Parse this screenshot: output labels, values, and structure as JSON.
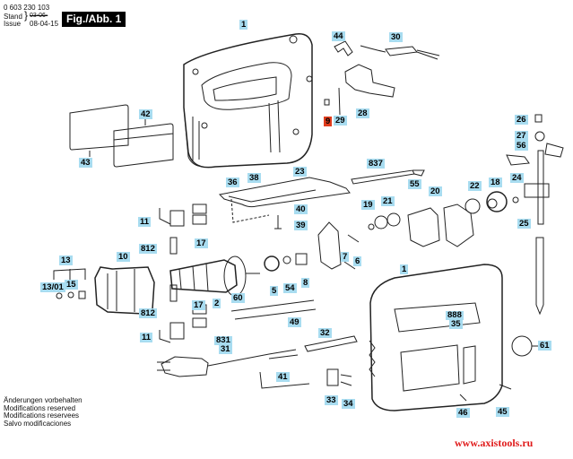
{
  "header": {
    "part_number": "0 603 230 103",
    "stand_label": "Stand",
    "issue_label": "Issue",
    "old_date_struck": "03-06-",
    "issue_date": "08-04-15",
    "figure_title": "Fig./Abb. 1"
  },
  "parts": {
    "housing_left": "1",
    "housing_right": "1",
    "lever": "44",
    "cable_guard": "30",
    "pin_highlighted": "9",
    "screw_29": "29",
    "switch_28": "28",
    "label_42": "42",
    "label_43": "43",
    "spring_26": "26",
    "bushing_27": "27",
    "lever_56": "56",
    "rod_837": "837",
    "screw_55": "55",
    "gear_18": "18",
    "bushing_24": "24",
    "plunger_25": "25",
    "shoe_36": "36",
    "nut_38": "38",
    "plate_23": "23",
    "plate_40": "40",
    "screw_39": "39",
    "washer_19": "19",
    "discs_21": "21",
    "plates_20": "20",
    "ring_22": "22",
    "wire_11_top": "11",
    "brush_812_top": "812",
    "holder_17_top": "17",
    "stator_10": "10",
    "set_13": "13",
    "bearing_1301": "13/01",
    "ring_15": "15",
    "armature_2": "2",
    "fan_60": "60",
    "bearing_5": "5",
    "washer_54": "54",
    "sleeve_8": "8",
    "washer_7": "7",
    "screw_6": "6",
    "brush_812_bottom": "812",
    "holder_17_bottom": "17",
    "wire_11_bottom": "11",
    "wires_49": "49",
    "cable_831": "831",
    "plug_31": "31",
    "sleeve_32": "32",
    "key_41": "41",
    "clamp_33": "33",
    "screw_34": "34",
    "label_888": "888",
    "plate_35": "35",
    "disc_61": "61",
    "screw_46": "46",
    "screw_45": "45"
  },
  "footer": {
    "line1": "Änderungen vorbehalten",
    "line2": "Modifications reserved",
    "line3": "Modifications reservees",
    "line4": "Salvo modificaciones"
  },
  "watermark": "www.axistools.ru",
  "colors": {
    "label_bg": "#a8dcf0",
    "highlight": "#e03c1c",
    "watermark": "#e01b1b"
  }
}
